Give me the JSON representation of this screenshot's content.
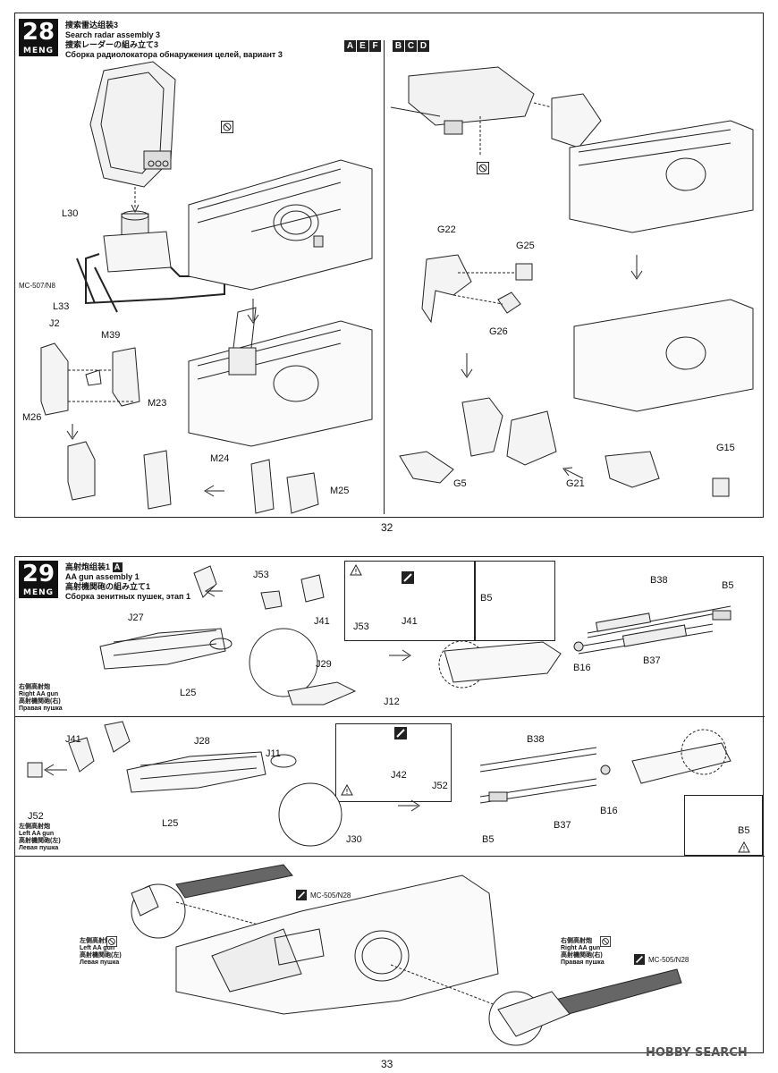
{
  "page_top": {
    "step_number": "28",
    "brand": "MENG",
    "title_zh": "搜索雷达组装3",
    "title_en": "Search radar assembly 3",
    "title_ja": "捜索レーダーの組み立て3",
    "title_ru": "Сборка радиолокатора обнаружения целей, вариант 3",
    "version_left": [
      "A",
      "E",
      "F"
    ],
    "version_right": [
      "B",
      "C",
      "D"
    ],
    "labels": {
      "l30": "L30",
      "mc507": "MC-507/N8",
      "l33": "L33",
      "j2": "J2",
      "m39": "M39",
      "m23": "M23",
      "m26": "M26",
      "m24": "M24",
      "m25": "M25",
      "g22": "G22",
      "g25": "G25",
      "g26": "G26",
      "g15": "G15",
      "g5": "G5",
      "g21": "G21"
    },
    "page_number": "32"
  },
  "page_bottom": {
    "step_number": "29",
    "brand": "MENG",
    "title_zh": "高射炮组装1",
    "title_version": "A",
    "title_en": "AA gun assembly 1",
    "title_ja": "高射機関砲の組み立て1",
    "title_ru": "Сборка зенитных пушек, этап 1",
    "labels": {
      "j53a": "J53",
      "j41a": "J41",
      "j27": "J27",
      "j29": "J29",
      "l25a": "L25",
      "j12": "J12",
      "j53b": "J53",
      "j41b": "J41",
      "b5a": "B5",
      "b38a": "B38",
      "b5b": "B5",
      "b16a": "B16",
      "b37a": "B37",
      "j41c": "J41",
      "j28": "J28",
      "j11": "J11",
      "j52a": "J52",
      "l25b": "L25",
      "j30": "J30",
      "j42": "J42",
      "j52b": "J52",
      "b38b": "B38",
      "b16b": "B16",
      "b37b": "B37",
      "b5c": "B5",
      "b5d": "B5",
      "mc505a": "MC-505/N28",
      "mc505b": "MC-505/N28"
    },
    "right_gun": {
      "zh": "右侧高射炮",
      "en": "Right AA gun",
      "ja": "高射機関砲(右)",
      "ru": "Правая пушка"
    },
    "left_gun": {
      "zh": "左侧高射炮",
      "en": "Left AA gun",
      "ja": "高射機関砲(左)",
      "ru": "Левая пушка"
    },
    "page_number": "33"
  },
  "watermark": "HOBBY SEARCH",
  "icons": [
    "no-glue-icon",
    "warning-icon",
    "paint-icon",
    "arrow-icon"
  ]
}
